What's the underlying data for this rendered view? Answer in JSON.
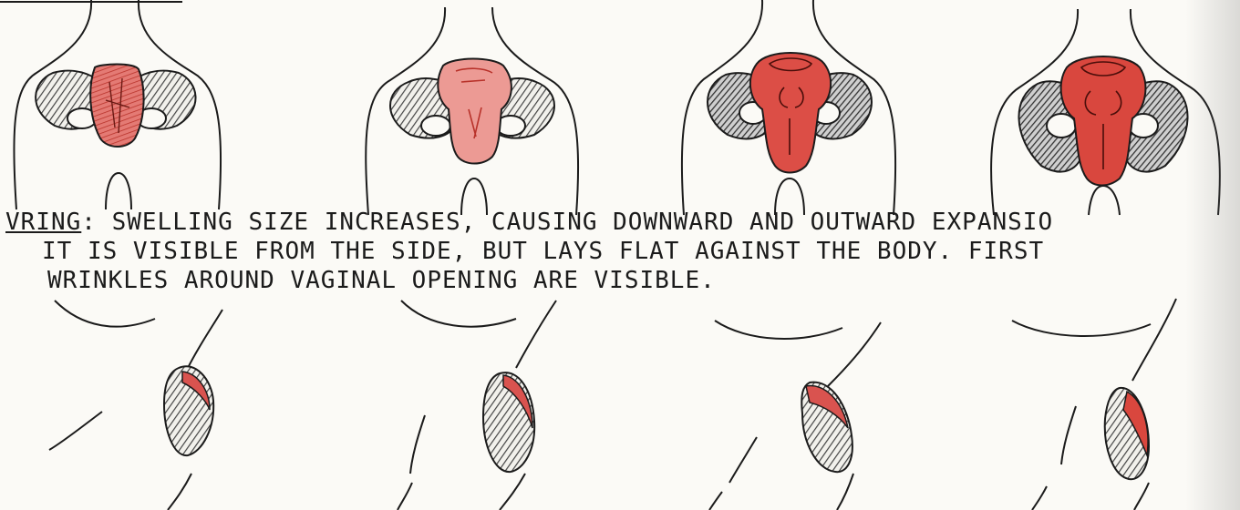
{
  "caption": {
    "line1_heading": "VRING",
    "line1_rest": ": SWELLING SIZE INCREASES, CAUSING DOWNWARD AND OUTWARD EXPANSIO",
    "line2": "IT IS VISIBLE FROM THE SIDE, BUT LAYS FLAT AGAINST THE BODY. FIRST",
    "line3": "WRINKLES AROUND VAGINAL OPENING ARE VISIBLE."
  },
  "colors": {
    "paper": "#fbfaf6",
    "ink": "#1b1b1b",
    "swelling_light": "#e88a86",
    "swelling_mid": "#d9534f",
    "swelling_dark": "#c0392b",
    "hatching": "#555555"
  },
  "figures": {
    "rear_view_stages": 4,
    "side_view_stages": 4
  }
}
